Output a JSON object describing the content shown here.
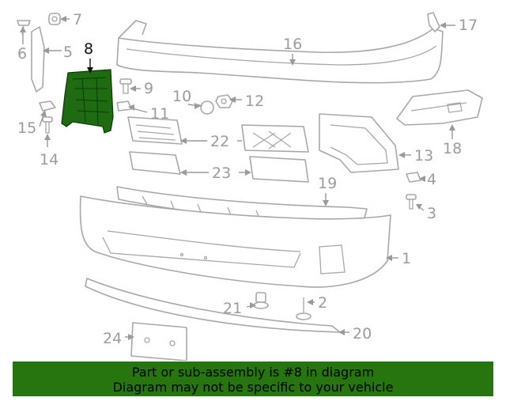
{
  "callouts": {
    "c1": "1",
    "c2": "2",
    "c3": "3",
    "c4": "4",
    "c5": "5",
    "c6": "6",
    "c7": "7",
    "c8": "8",
    "c9": "9",
    "c10": "10",
    "c11": "11",
    "c12": "12",
    "c13": "13",
    "c14": "14",
    "c15": "15",
    "c16": "16",
    "c17": "17",
    "c18": "18",
    "c19": "19",
    "c20": "20",
    "c21": "21",
    "c22": "22",
    "c23": "23",
    "c24": "24"
  },
  "highlight": {
    "part": "8",
    "color": "#1e6b12"
  },
  "banner": {
    "line1": "Part or sub-assembly is #8 in diagram",
    "line2": "Diagram may not be specific to your vehicle",
    "color": "#26750e"
  }
}
